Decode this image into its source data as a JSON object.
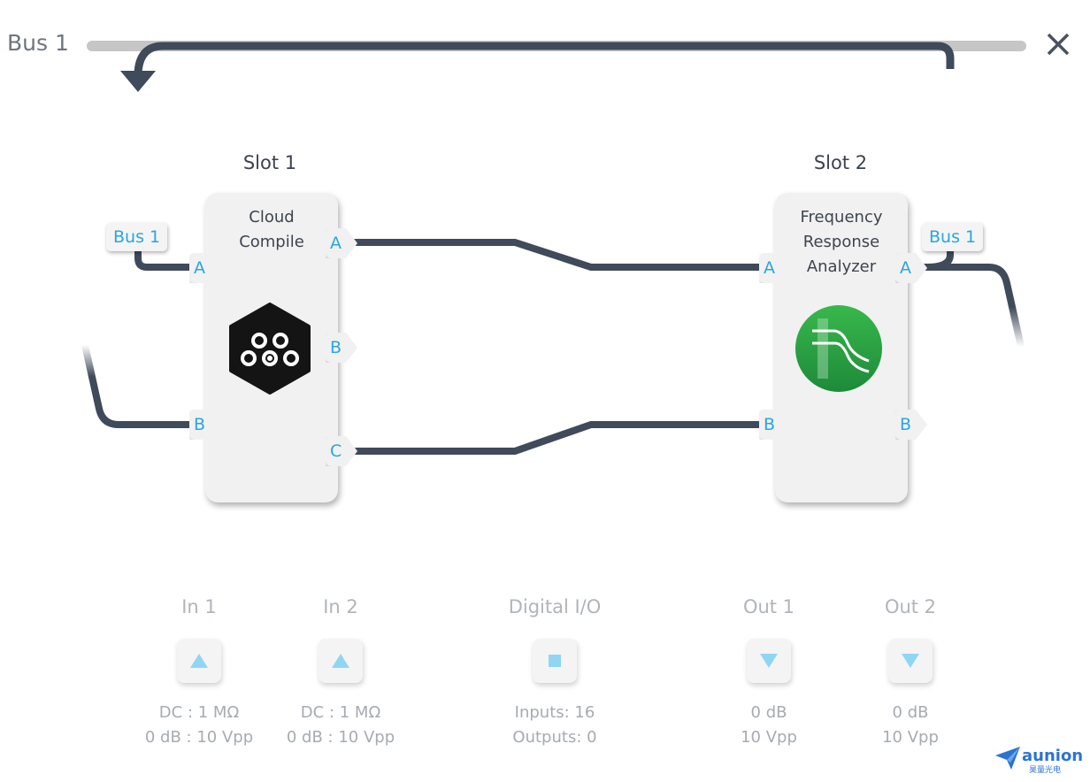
{
  "header": {
    "bus_title": "Bus 1"
  },
  "slots": [
    {
      "label": "Slot 1",
      "instrument": [
        "Cloud",
        "Compile"
      ],
      "icon": "cloud-compile-icon",
      "input_bus_tag": "Bus 1",
      "inputs": [
        "A",
        "B"
      ],
      "outputs": [
        "A",
        "B",
        "C"
      ]
    },
    {
      "label": "Slot 2",
      "instrument": [
        "Frequency",
        "Response",
        "Analyzer"
      ],
      "icon": "frequency-response-analyzer-icon",
      "output_bus_tag": "Bus 1",
      "inputs": [
        "A",
        "B"
      ],
      "outputs": [
        "A",
        "B"
      ]
    }
  ],
  "io": [
    {
      "label": "In 1",
      "kind": "input",
      "lines": [
        "DC : 1 MΩ",
        "0 dB : 10 Vpp"
      ]
    },
    {
      "label": "In 2",
      "kind": "input",
      "lines": [
        "DC : 1 MΩ",
        "0 dB : 10 Vpp"
      ]
    },
    {
      "label": "Digital I/O",
      "kind": "digital",
      "lines": [
        "Inputs: 16",
        "Outputs: 0"
      ]
    },
    {
      "label": "Out 1",
      "kind": "output",
      "lines": [
        "0 dB",
        "10 Vpp"
      ]
    },
    {
      "label": "Out 2",
      "kind": "output",
      "lines": [
        "0 dB",
        "10 Vpp"
      ]
    }
  ],
  "brand": {
    "name": "aunion",
    "sub": "昊量光电"
  },
  "colors": {
    "port_text": "#2aa6dc",
    "wire": "#3f4a5a",
    "accent_icon": "#8fd6f3"
  }
}
